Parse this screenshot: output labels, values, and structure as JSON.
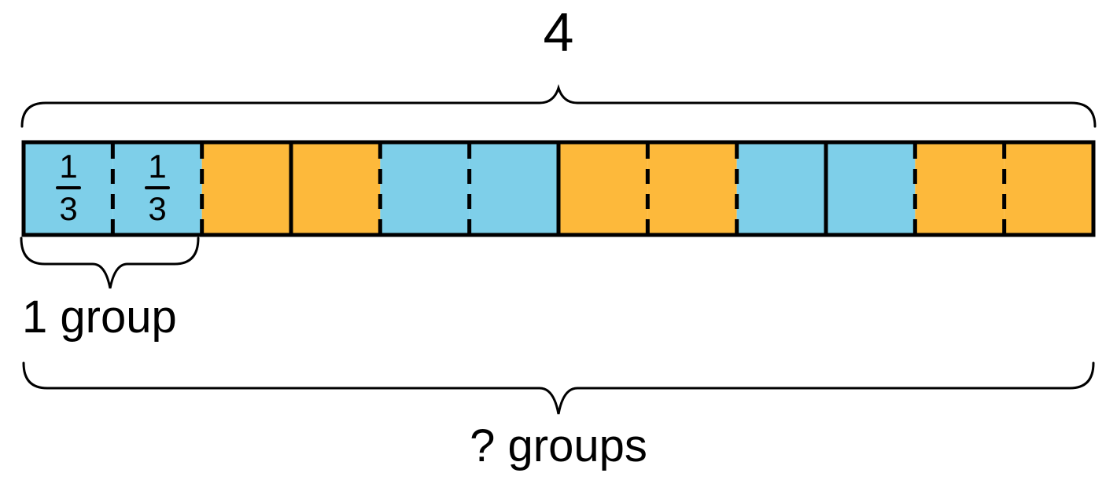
{
  "diagram": {
    "total_label": "4",
    "group_label": "1 group",
    "question_label": "? groups",
    "colors": {
      "blue": "#7ECFE9",
      "orange": "#FDB93B",
      "outline": "#000000"
    },
    "bar": {
      "wholes": 4,
      "parts_per_whole": 3,
      "group_size_cells": 2,
      "cells": [
        {
          "color": "blue",
          "fraction": {
            "numerator": "1",
            "denominator": "3"
          }
        },
        {
          "color": "blue",
          "fraction": {
            "numerator": "1",
            "denominator": "3"
          }
        },
        {
          "color": "orange"
        },
        {
          "color": "orange"
        },
        {
          "color": "blue"
        },
        {
          "color": "blue"
        },
        {
          "color": "orange"
        },
        {
          "color": "orange"
        },
        {
          "color": "blue"
        },
        {
          "color": "blue"
        },
        {
          "color": "orange"
        },
        {
          "color": "orange"
        }
      ],
      "dividers": [
        "dashed",
        "dashed",
        "solid",
        "dashed",
        "dashed",
        "solid",
        "dashed",
        "dashed",
        "solid",
        "dashed",
        "dashed"
      ]
    }
  }
}
